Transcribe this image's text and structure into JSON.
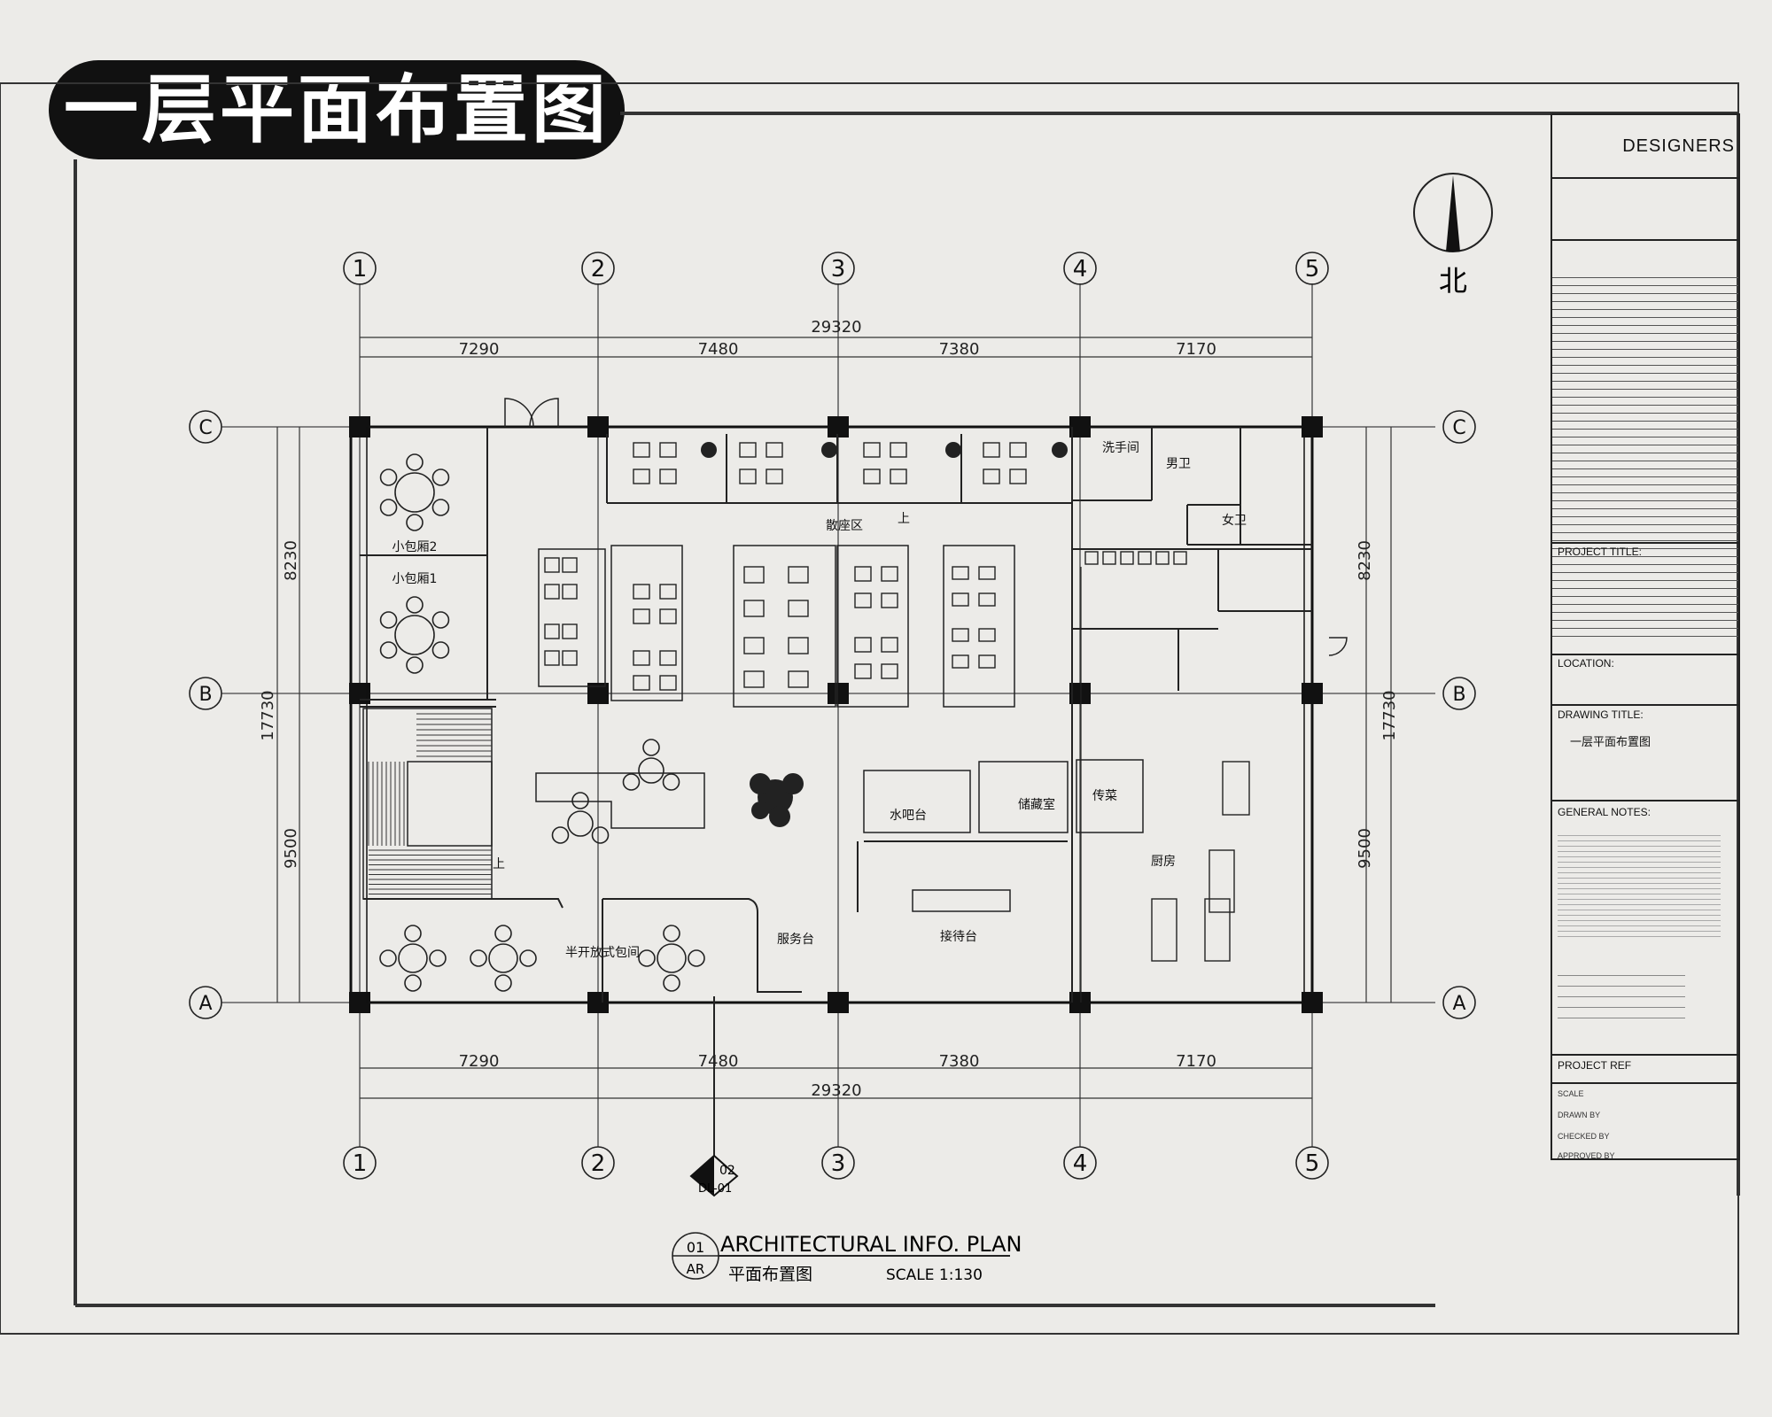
{
  "banner_title": "一层平面布置图",
  "north_label": "北",
  "grid": {
    "columns": [
      "1",
      "2",
      "3",
      "4",
      "5"
    ],
    "rows": [
      "C",
      "B",
      "A"
    ]
  },
  "dimensions": {
    "top_total": "29320",
    "top_spans": [
      "7290",
      "7480",
      "7380",
      "7170"
    ],
    "bottom_total": "29320",
    "bottom_spans": [
      "7290",
      "7480",
      "7380",
      "7170"
    ],
    "left_total": "17730",
    "left_spans": [
      "8230",
      "9500"
    ],
    "right_total": "17730",
    "right_spans": [
      "8230",
      "9500"
    ]
  },
  "rooms": {
    "private_room_2": "小包厢2",
    "private_room_1": "小包厢1",
    "dining_area": "散座区",
    "up_stairs_1": "上",
    "up_stairs_2": "上",
    "washroom": "洗手间",
    "male_wc": "男卫",
    "female_wc": "女卫",
    "water_bar": "水吧台",
    "storage": "储藏室",
    "pass": "传菜",
    "kitchen": "厨房",
    "semi_open_room": "半开放式包间",
    "service_desk": "服务台",
    "reception_desk": "接待台"
  },
  "section_marker": {
    "top": "02",
    "bottom": "DL-01"
  },
  "drawing_caption": {
    "number": "01",
    "sheet": "AR",
    "title_en": "ARCHITECTURAL  INFO.  PLAN",
    "title_cn": "平面布置图",
    "scale": "SCALE 1:130"
  },
  "title_block": {
    "designers": "DESIGNERS",
    "project_title": "PROJECT TITLE:",
    "location": "LOCATION:",
    "drawing_title": "DRAWING  TITLE:",
    "drawing_title_value": "一层平面布置图",
    "general_notes": "GENERAL NOTES:",
    "project_ref": "PROJECT REF",
    "scale": "SCALE",
    "drawn_by": "DRAWN BY",
    "checked_by": "CHECKED BY",
    "approved_by": "APPROVED BY"
  }
}
